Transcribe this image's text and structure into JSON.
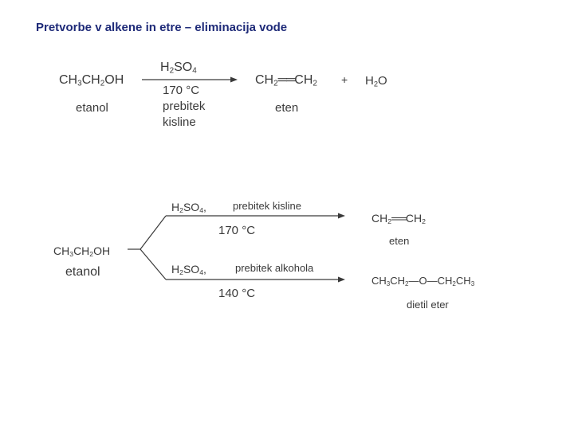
{
  "title": "Pretvorbe v alkene in etre – eliminacija vode",
  "reaction1": {
    "reactant": "CH3CH2OH",
    "reactant_name": "etanol",
    "reagent": "H2SO4",
    "conditions": [
      "170 °C",
      "prebitek",
      "kisline"
    ],
    "product": "CH2═CH2",
    "product_name": "eten",
    "plus": "+",
    "byproduct": "H2O"
  },
  "reaction2": {
    "reactant": "CH3CH2OH",
    "reactant_name": "etanol",
    "upper": {
      "reagent": "H2SO4,",
      "condition": "prebitek kisline",
      "temperature": "170 °C",
      "product": "CH2═CH2",
      "product_name": "eten"
    },
    "lower": {
      "reagent": "H2SO4,",
      "condition": "prebitek alkohola",
      "temperature": "140 °C",
      "product": "CH3CH2—O—CH2CH3",
      "product_name": "dietil eter"
    }
  }
}
